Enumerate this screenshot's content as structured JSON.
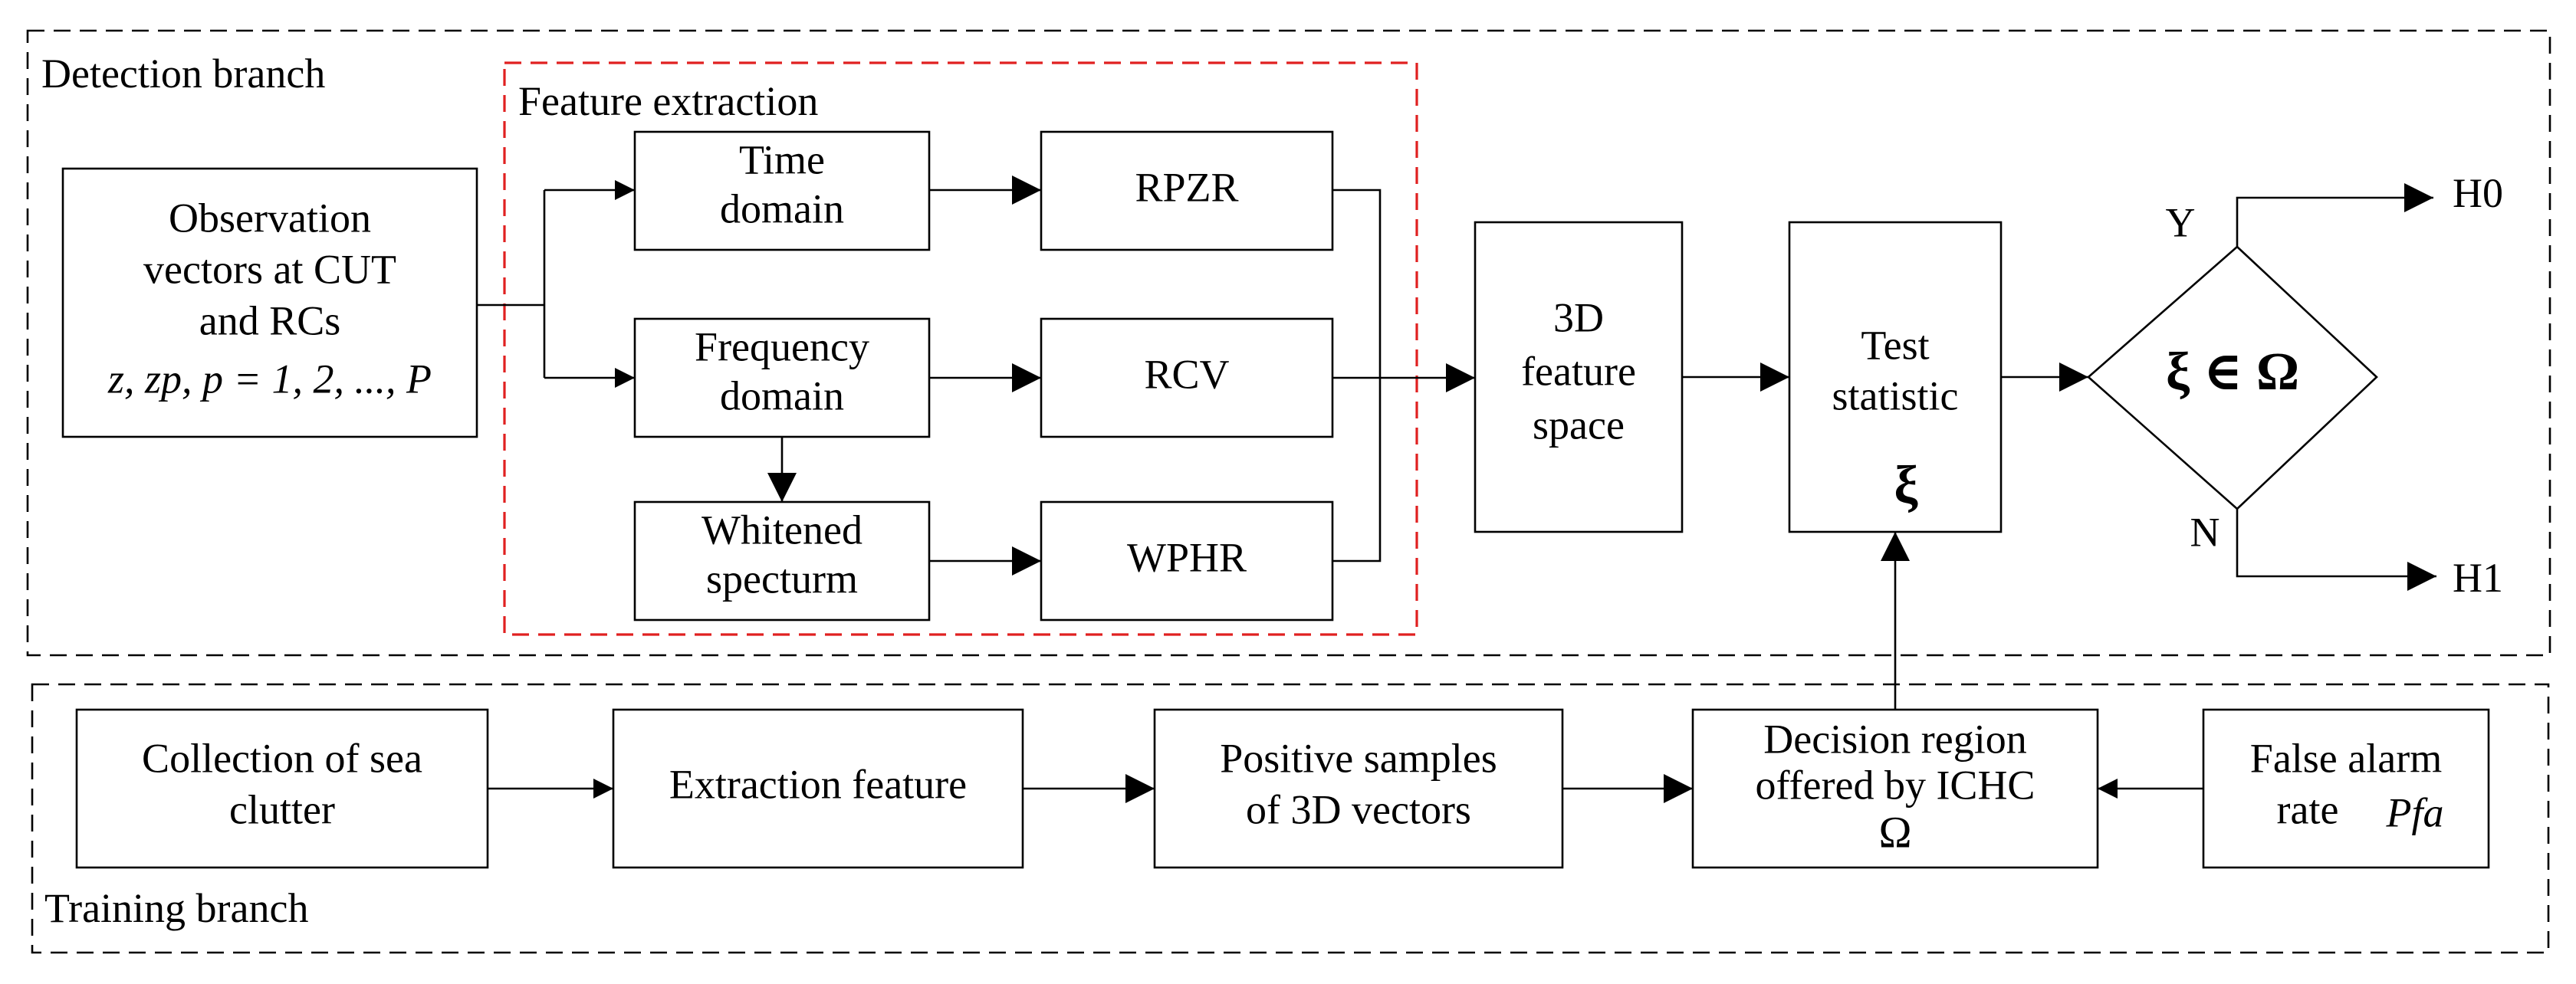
{
  "diagram": {
    "branches": {
      "detection": "Detection branch",
      "feature_extraction": "Feature extraction",
      "training": "Training branch"
    },
    "nodes": {
      "observation": {
        "line1": "Observation",
        "line2": "vectors at CUT",
        "line3": "and RCs",
        "formula": "z, zp, p = 1, 2, ..., P"
      },
      "time_domain": {
        "line1": "Time",
        "line2": "domain"
      },
      "frequency_domain": {
        "line1": "Frequency",
        "line2": "domain"
      },
      "whitened_spectrum": {
        "line1": "Whitened",
        "line2": "specturm"
      },
      "rpzr": "RPZR",
      "rcv": "RCV",
      "wphr": "WPHR",
      "feature_space": {
        "line1": "3D",
        "line2": "feature",
        "line3": "space"
      },
      "test_statistic": {
        "line1": "Test",
        "line2": "statistic",
        "symbol": "ξ"
      },
      "decision": "ξ ∈ Ω",
      "yes": "Y",
      "no": "N",
      "h0": "H0",
      "h1": "H1",
      "collection": {
        "line1": "Collection of sea",
        "line2": "clutter"
      },
      "extraction": "Extraction feature",
      "positive_samples": {
        "line1": "Positive samples",
        "line2": "of 3D vectors"
      },
      "decision_region": {
        "line1": "Decision region",
        "line2": "offered by ICHC",
        "symbol": "Ω"
      },
      "false_alarm": {
        "line1": "False alarm",
        "line2": "rate",
        "symbol": "Pfa"
      }
    }
  }
}
